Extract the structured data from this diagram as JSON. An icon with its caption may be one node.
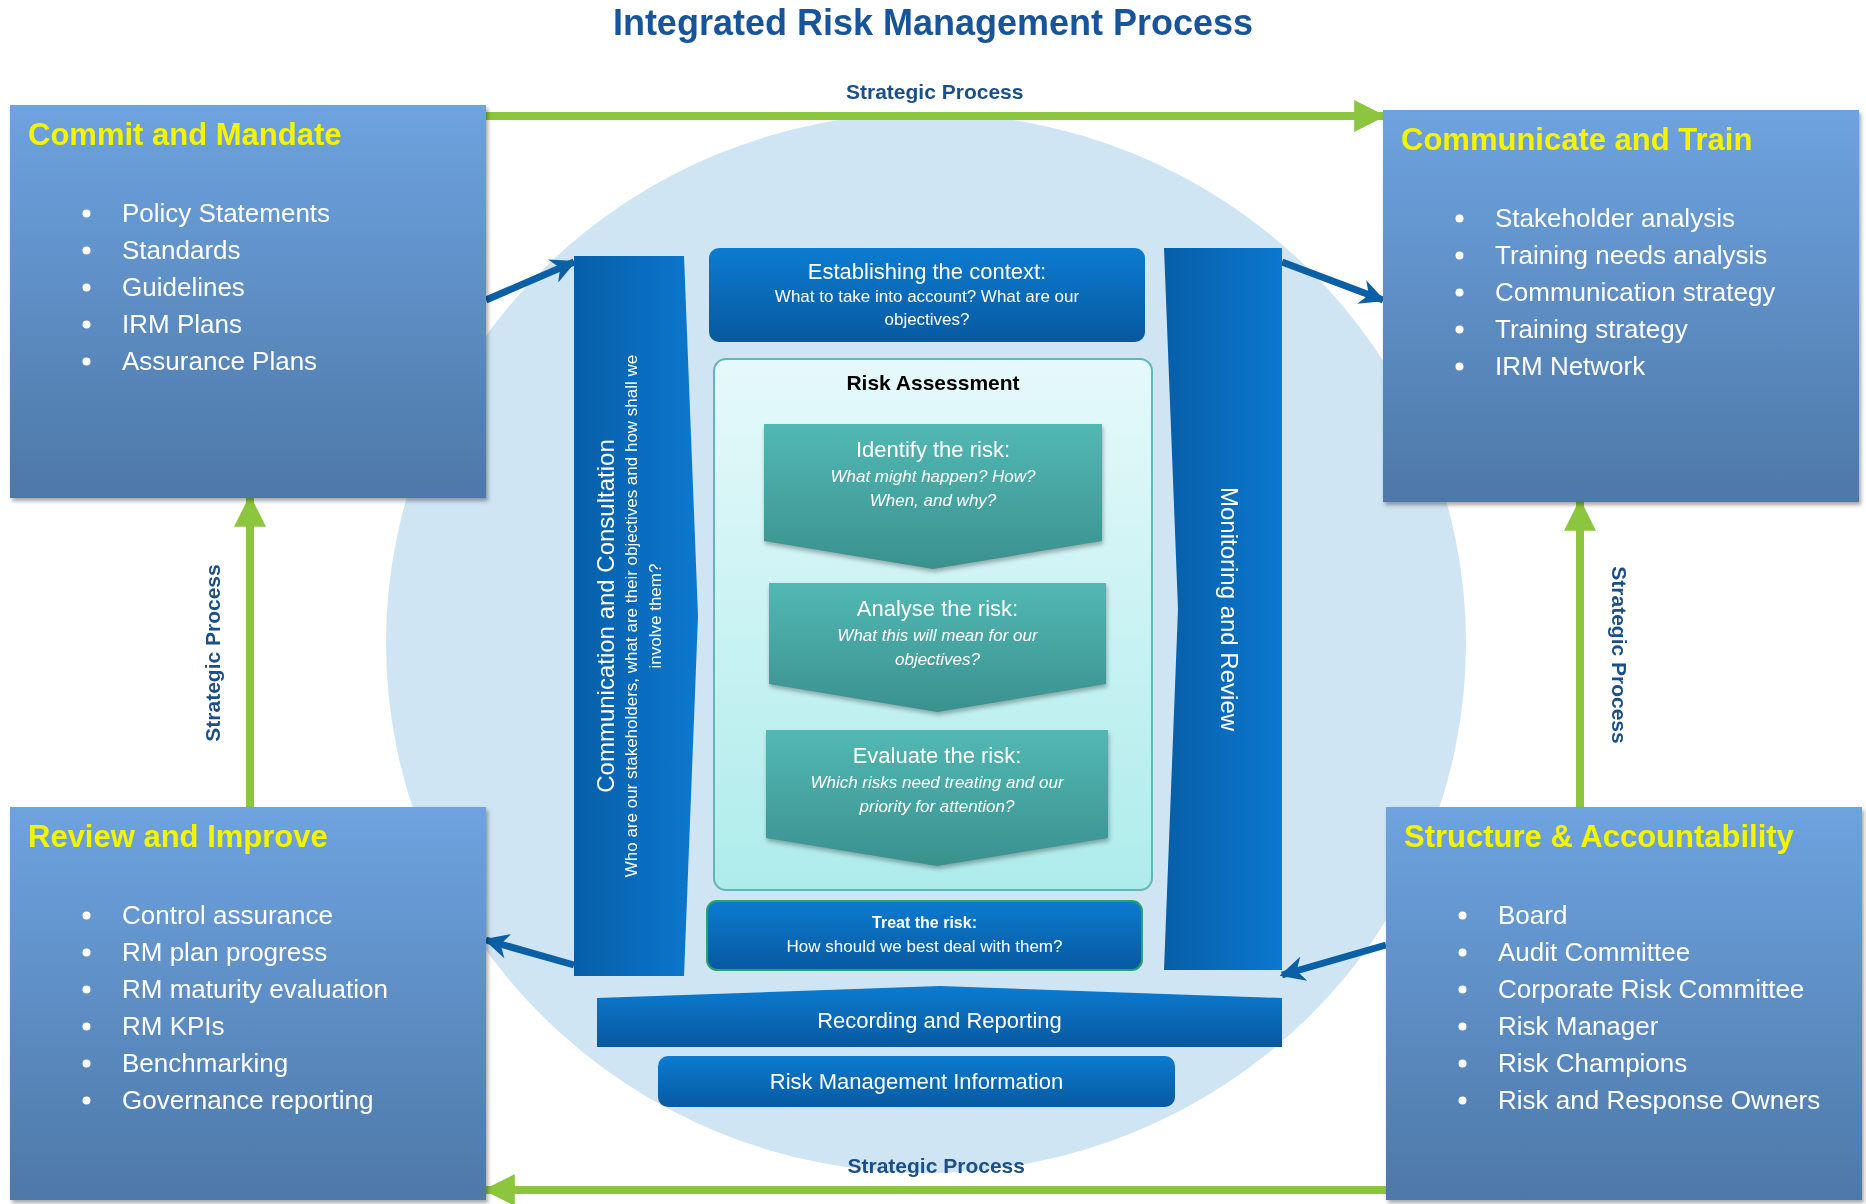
{
  "diagram": {
    "title": "Integrated Risk Management Process",
    "nodes": [
      {
        "text": [
          "Commit and Mandate",
          "Policy Statements",
          "Standards",
          "Guidelines",
          "IRM Plans",
          "Assurance Plans"
        ]
      },
      {
        "text": [
          "Communicate and Train",
          "Stakeholder analysis",
          "Training needs analysis",
          "Communication strategy",
          "Training strategy",
          "IRM Network"
        ]
      },
      {
        "text": [
          "Communication and Consultation",
          "Who are our stakeholders, what are their objectives and how shall we involve them?"
        ]
      },
      {
        "text": [
          "Establishing the context:",
          "What to take into account? What are our objectives?"
        ]
      },
      {
        "text": [
          "Risk Assessment"
        ]
      },
      {
        "text": [
          "Identify the risk:",
          "What might happen? How? When, and why?"
        ],
        "in": 4
      },
      {
        "text": [
          "Analyse the risk:",
          "What this will mean for our objectives?"
        ],
        "in": 4
      },
      {
        "text": [
          "Evaluate the risk:",
          "Which risks need treating and our priority for attention?"
        ],
        "in": 4
      },
      {
        "text": [
          "Treat the risk:",
          "How should we best deal with them?"
        ]
      },
      {
        "text": [
          "Monitoring and Review"
        ]
      },
      {
        "text": [
          "Recording and Reporting"
        ]
      },
      {
        "text": [
          "Risk Management Information"
        ]
      },
      {
        "text": [
          "Review and Improve",
          "Control assurance",
          "RM plan progress",
          "RM maturity evaluation",
          "RM KPIs",
          "Benchmarking",
          "Governance reporting"
        ]
      },
      {
        "text": [
          "Structure & Accountability",
          "Board",
          "Audit Committee",
          "Corporate Risk Committee",
          "Risk Manager",
          "Risk Champions",
          "Risk and Response Owners"
        ]
      }
    ],
    "edges": [
      {
        "from": 0,
        "to": 1,
        "arrow": "to",
        "label": "Strategic Process"
      },
      {
        "from": 13,
        "to": 1,
        "arrow": "to",
        "label": "Strategic Process"
      },
      {
        "from": 13,
        "to": 12,
        "arrow": "to",
        "label": "Strategic Process"
      },
      {
        "from": 12,
        "to": 0,
        "arrow": "to",
        "label": "Strategic Process"
      },
      {
        "from": 0,
        "to": 2,
        "arrow": "to",
        "color": "#0b5fa5"
      },
      {
        "from": 9,
        "to": 1,
        "arrow": "to",
        "color": "#0b5fa5"
      },
      {
        "from": 13,
        "to": 9,
        "arrow": "to",
        "color": "#0b5fa5"
      },
      {
        "from": 2,
        "to": 12,
        "arrow": "to",
        "color": "#0b5fa5"
      }
    ]
  }
}
